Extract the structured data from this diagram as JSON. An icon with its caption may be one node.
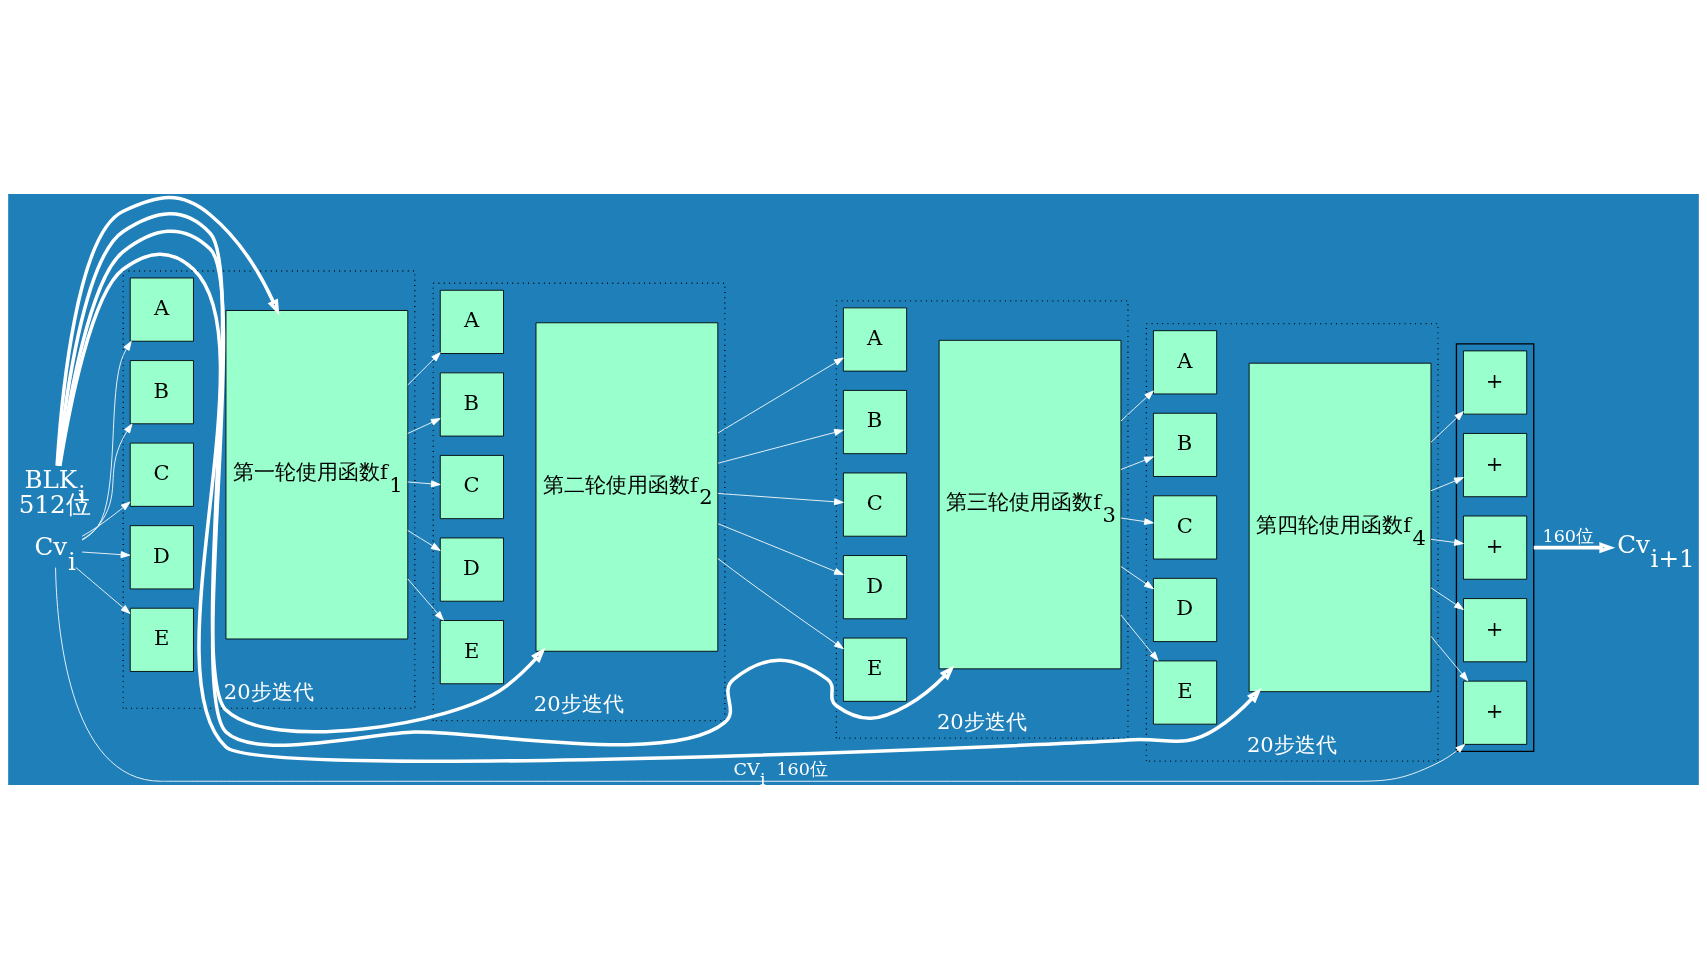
{
  "diagram": {
    "nodes": [
      {
        "text": [
          "BLK$_{i}$",
          "512位"
        ]
      },
      {
        "text": [
          "Cv$_{i}$"
        ]
      },
      {
        "text": [
          "20步迭代"
        ]
      },
      {
        "text": [
          "A"
        ],
        "in": 2
      },
      {
        "text": [
          "B"
        ],
        "in": 2
      },
      {
        "text": [
          "C"
        ],
        "in": 2
      },
      {
        "text": [
          "D"
        ],
        "in": 2
      },
      {
        "text": [
          "E"
        ],
        "in": 2
      },
      {
        "text": [
          "第一轮使用函数f$_{1}$"
        ],
        "in": 2
      },
      {
        "text": [
          "20步迭代"
        ]
      },
      {
        "text": [
          "A"
        ],
        "in": 9
      },
      {
        "text": [
          "B"
        ],
        "in": 9
      },
      {
        "text": [
          "C"
        ],
        "in": 9
      },
      {
        "text": [
          "D"
        ],
        "in": 9
      },
      {
        "text": [
          "E"
        ],
        "in": 9
      },
      {
        "text": [
          "第二轮使用函数f$_{2}$"
        ],
        "in": 9
      },
      {
        "text": [
          "20步迭代"
        ]
      },
      {
        "text": [
          "A"
        ],
        "in": 16
      },
      {
        "text": [
          "B"
        ],
        "in": 16
      },
      {
        "text": [
          "C"
        ],
        "in": 16
      },
      {
        "text": [
          "D"
        ],
        "in": 16
      },
      {
        "text": [
          "E"
        ],
        "in": 16
      },
      {
        "text": [
          "第三轮使用函数f$_{3}$"
        ],
        "in": 16
      },
      {
        "text": [
          "20步迭代"
        ]
      },
      {
        "text": [
          "A"
        ],
        "in": 23
      },
      {
        "text": [
          "B"
        ],
        "in": 23
      },
      {
        "text": [
          "C"
        ],
        "in": 23
      },
      {
        "text": [
          "D"
        ],
        "in": 23
      },
      {
        "text": [
          "E"
        ],
        "in": 23
      },
      {
        "text": [
          "第四轮使用函数f$_{4}$"
        ],
        "in": 23
      },
      {
        "text": [],
        "shape": "box"
      },
      {
        "text": [
          "+"
        ],
        "in": 30
      },
      {
        "text": [
          "+"
        ],
        "in": 30
      },
      {
        "text": [
          "+"
        ],
        "in": 30
      },
      {
        "text": [
          "+"
        ],
        "in": 30
      },
      {
        "text": [
          "+"
        ],
        "in": 30
      },
      {
        "text": [
          "Cv$_{i+1}$"
        ]
      }
    ],
    "edges": [
      {
        "from": 0,
        "to": 8,
        "arrow": "to",
        "style": "thick"
      },
      {
        "from": 0,
        "to": 15,
        "arrow": "to",
        "style": "thick"
      },
      {
        "from": 0,
        "to": 22,
        "arrow": "to",
        "style": "thick"
      },
      {
        "from": 0,
        "to": 29,
        "arrow": "to",
        "style": "thick"
      },
      {
        "from": 1,
        "to": 3,
        "arrow": "to"
      },
      {
        "from": 1,
        "to": 4,
        "arrow": "to"
      },
      {
        "from": 1,
        "to": 5,
        "arrow": "to"
      },
      {
        "from": 1,
        "to": 6,
        "arrow": "to"
      },
      {
        "from": 1,
        "to": 7,
        "arrow": "to"
      },
      {
        "from": 8,
        "to": 10,
        "arrow": "to"
      },
      {
        "from": 8,
        "to": 11,
        "arrow": "to"
      },
      {
        "from": 8,
        "to": 12,
        "arrow": "to"
      },
      {
        "from": 8,
        "to": 13,
        "arrow": "to"
      },
      {
        "from": 8,
        "to": 14,
        "arrow": "to"
      },
      {
        "from": 15,
        "to": 17,
        "arrow": "to"
      },
      {
        "from": 15,
        "to": 18,
        "arrow": "to"
      },
      {
        "from": 15,
        "to": 19,
        "arrow": "to"
      },
      {
        "from": 15,
        "to": 20,
        "arrow": "to"
      },
      {
        "from": 15,
        "to": 21,
        "arrow": "to"
      },
      {
        "from": 22,
        "to": 24,
        "arrow": "to"
      },
      {
        "from": 22,
        "to": 25,
        "arrow": "to"
      },
      {
        "from": 22,
        "to": 26,
        "arrow": "to"
      },
      {
        "from": 22,
        "to": 27,
        "arrow": "to"
      },
      {
        "from": 22,
        "to": 28,
        "arrow": "to"
      },
      {
        "from": 29,
        "to": 31,
        "arrow": "to"
      },
      {
        "from": 29,
        "to": 32,
        "arrow": "to"
      },
      {
        "from": 29,
        "to": 33,
        "arrow": "to"
      },
      {
        "from": 29,
        "to": 34,
        "arrow": "to"
      },
      {
        "from": 29,
        "to": 35,
        "arrow": "to"
      },
      {
        "from": 1,
        "to": 35,
        "arrow": "to",
        "label": "CV$_{i}$ 160位"
      },
      {
        "from": 30,
        "to": 36,
        "arrow": "to",
        "style": "thick",
        "label": "160位"
      }
    ]
  }
}
